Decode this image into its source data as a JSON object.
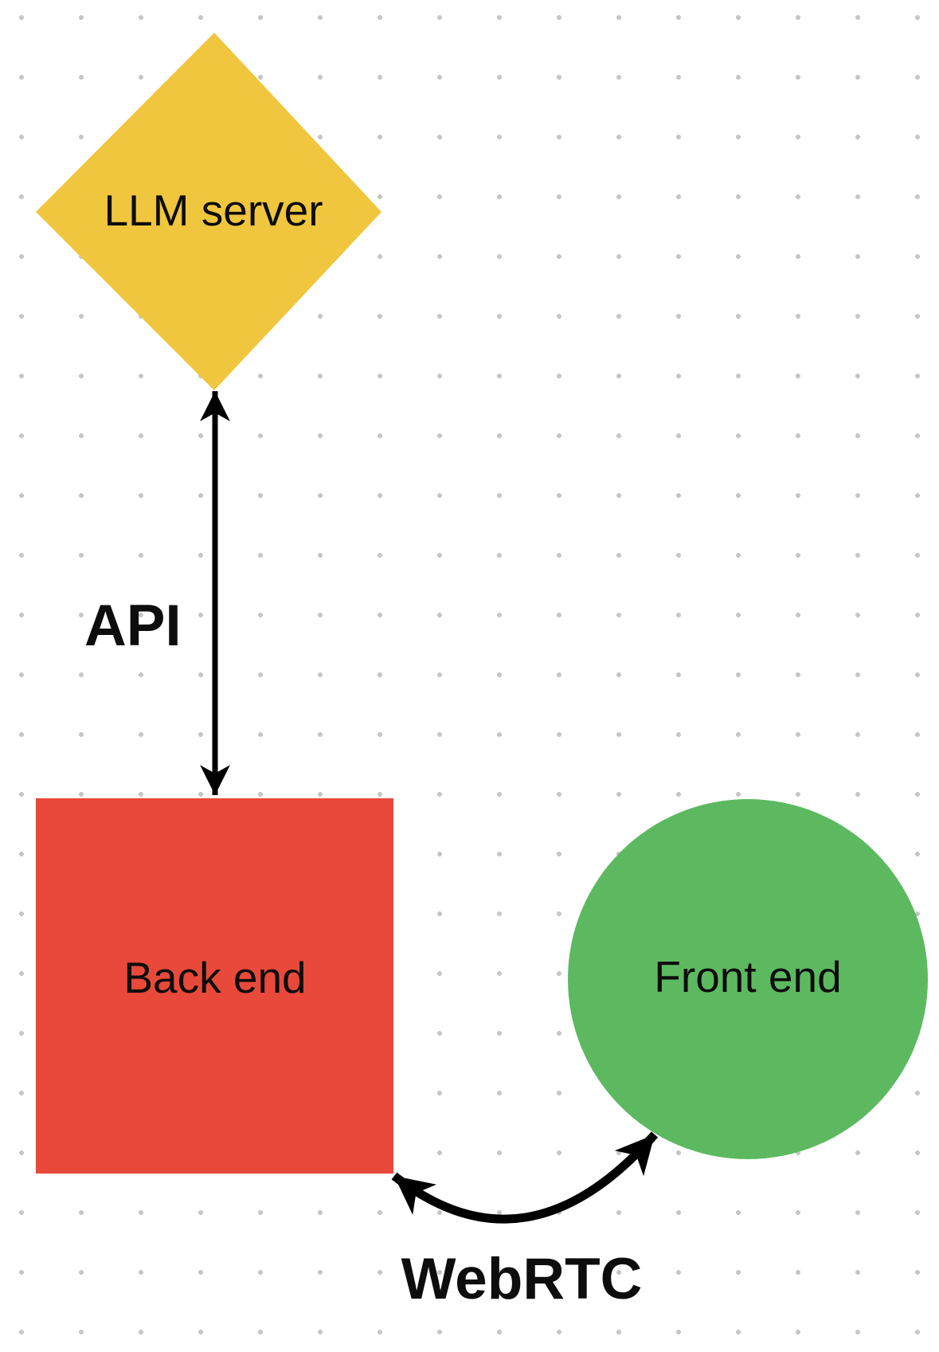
{
  "board": {
    "background_color": "#ffffff",
    "dot_color": "#c6c6c6"
  },
  "nodes": {
    "llm_server": {
      "label": "LLM server",
      "shape": "diamond",
      "fill": "#f0c63e"
    },
    "back_end": {
      "label": "Back end",
      "shape": "square",
      "fill": "#e8493a"
    },
    "front_end": {
      "label": "Front end",
      "shape": "circle",
      "fill": "#5cb960"
    }
  },
  "edges": {
    "api": {
      "label": "API",
      "type": "bidirectional-arrow",
      "style": "straight",
      "color": "#000000",
      "connects": "LLM server - Back end"
    },
    "webrtc": {
      "label": "WebRTC",
      "type": "bidirectional-arrow",
      "style": "curved",
      "color": "#000000",
      "connects": "Back end - Front end"
    }
  }
}
